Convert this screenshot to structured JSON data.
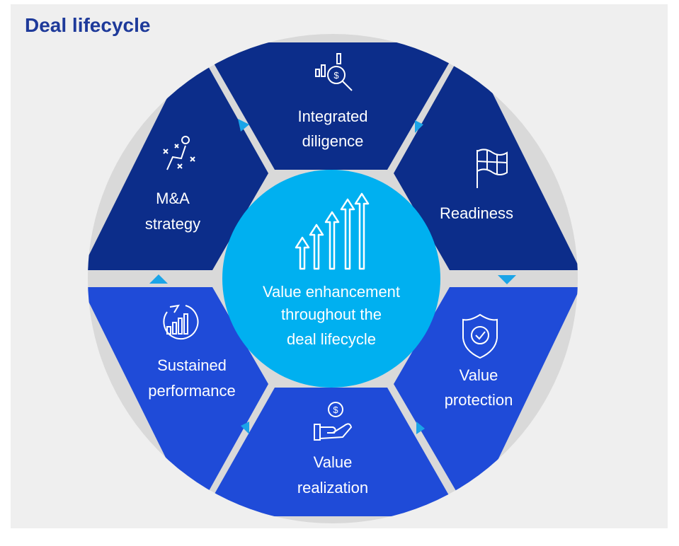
{
  "title": "Deal lifecycle",
  "center": {
    "lines": [
      "Value enhancement",
      "throughout the",
      "deal lifecycle"
    ],
    "icon": "rising-arrows-icon"
  },
  "segments": [
    {
      "id": "integrated-diligence",
      "lines": [
        "Integrated",
        "diligence"
      ],
      "icon": "chart-search-icon",
      "color": "#0c2d8a"
    },
    {
      "id": "readiness",
      "lines": [
        "Readiness"
      ],
      "icon": "flag-icon",
      "color": "#0c2d8a"
    },
    {
      "id": "value-protection",
      "lines": [
        "Value",
        "protection"
      ],
      "icon": "shield-check-icon",
      "color": "#1f4bd8"
    },
    {
      "id": "value-realization",
      "lines": [
        "Value",
        "realization"
      ],
      "icon": "hand-coin-icon",
      "color": "#1f4bd8"
    },
    {
      "id": "sustained-performance",
      "lines": [
        "Sustained",
        "performance"
      ],
      "icon": "cycle-bars-icon",
      "color": "#1f4bd8"
    },
    {
      "id": "ma-strategy",
      "lines": [
        "M&A",
        "strategy"
      ],
      "icon": "strategy-play-icon",
      "color": "#0c2d8a"
    }
  ],
  "colors": {
    "background": "#efefef",
    "title": "#1e3a9a",
    "dark_segment": "#0c2d8a",
    "mid_segment": "#1f4bd8",
    "center": "#00b0f0",
    "gap": "#d9d9d9",
    "arrow": "#1ba4e8"
  }
}
